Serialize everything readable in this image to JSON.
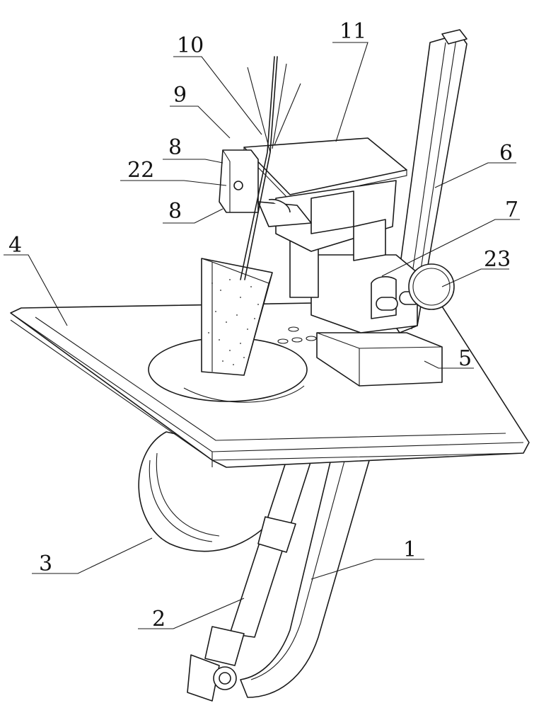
{
  "callouts": [
    {
      "id": "label-1",
      "text": "1"
    },
    {
      "id": "label-2",
      "text": "2"
    },
    {
      "id": "label-3",
      "text": "3"
    },
    {
      "id": "label-4",
      "text": "4"
    },
    {
      "id": "label-5",
      "text": "5"
    },
    {
      "id": "label-6",
      "text": "6"
    },
    {
      "id": "label-7",
      "text": "7"
    },
    {
      "id": "label-8a",
      "text": "8"
    },
    {
      "id": "label-8b",
      "text": "8"
    },
    {
      "id": "label-9",
      "text": "9"
    },
    {
      "id": "label-10",
      "text": "10"
    },
    {
      "id": "label-11",
      "text": "11"
    },
    {
      "id": "label-22",
      "text": "22"
    },
    {
      "id": "label-23",
      "text": "23"
    }
  ]
}
